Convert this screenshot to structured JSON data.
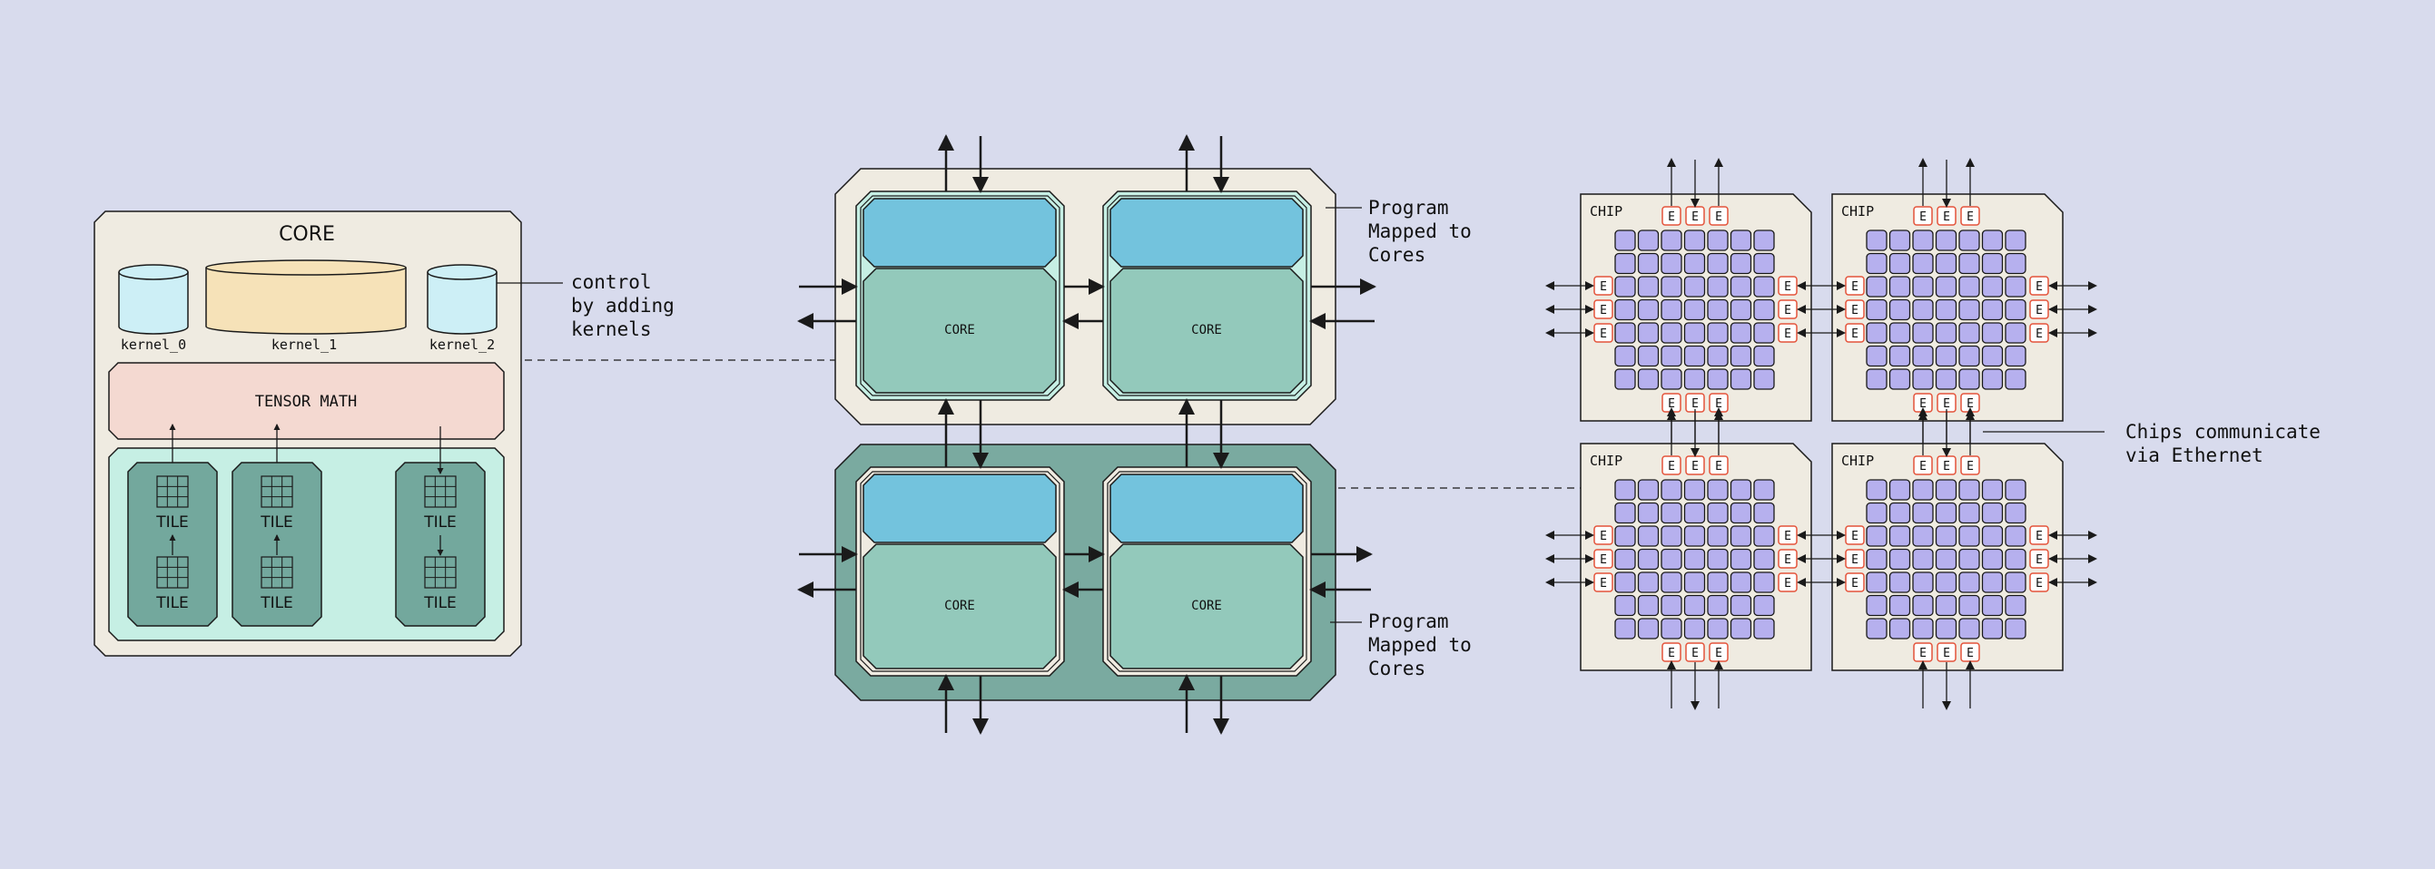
{
  "colors": {
    "background": "#D8DBED",
    "panel": "#EFEBE1",
    "stroke": "#1a1a1a",
    "cylinder_blue": "#CDEFF6",
    "cylinder_yellow": "#F6E2B8",
    "tensor_math": "#F4D9D1",
    "tile_area": "#C6EFE4",
    "tile": "#73A89D",
    "core_outer_teal": "#7AAAA0",
    "core_inner_mint": "#C6EFE4",
    "core_body": "#93C9BB",
    "core_top_blue": "#73C3DD",
    "grid_purple": "#B6B0EE",
    "ethernet_red": "#E4533A"
  },
  "core_detail": {
    "title": "CORE",
    "kernels": [
      "kernel_0",
      "kernel_1",
      "kernel_2"
    ],
    "tensor_math": "TENSOR MATH",
    "tile_label": "TILE"
  },
  "annotations": {
    "kernels_note": [
      "control",
      "by adding",
      "kernels"
    ],
    "program_note": [
      "Program",
      "Mapped to",
      "Cores"
    ],
    "chips_note": [
      "Chips communicate",
      "via Ethernet"
    ]
  },
  "core_clusters": {
    "core_label": "CORE"
  },
  "chips": {
    "chip_label": "CHIP",
    "ethernet_label": "E"
  }
}
